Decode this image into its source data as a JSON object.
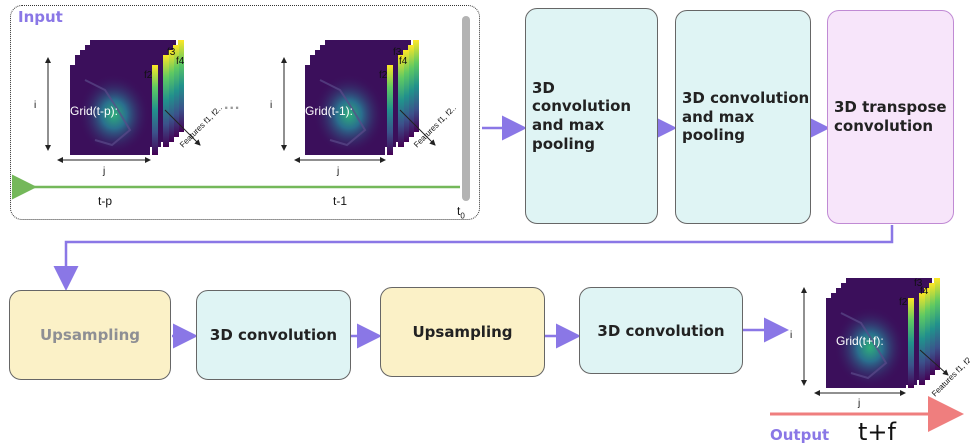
{
  "input_panel": {
    "title": "Input",
    "stack_p": {
      "grid_label": "Grid(t-p):",
      "features_label": "Features f1, f2..",
      "f_labels": [
        "f2",
        "f3",
        "f4"
      ],
      "i_label": "i",
      "j_label": "j"
    },
    "stack_1": {
      "grid_label": "Grid(t-1):",
      "features_label": "Features f1, f2..",
      "f_labels": [
        "f2",
        "f3",
        "f4"
      ],
      "i_label": "i",
      "j_label": "j"
    },
    "ellipsis": "...",
    "time_labels": {
      "t_p": "t-p",
      "t_1": "t-1",
      "t0_base": "t",
      "t0_sub": "0"
    }
  },
  "blocks": {
    "conv_pool_1": "3D convolution and max pooling",
    "conv_pool_2": "3D convolution and max pooling",
    "transpose": "3D transpose convolution",
    "upsampling_1": "Upsampling",
    "conv_1": "3D convolution",
    "upsampling_2": "Upsampling",
    "conv_2": "3D convolution"
  },
  "output_panel": {
    "title": "Output",
    "time_label": "t+f",
    "stack": {
      "grid_label": "Grid(t+f):",
      "features_label": "Features f1, f2",
      "f_labels": [
        "f2",
        "f3",
        "f4"
      ],
      "i_label": "i",
      "j_label": "j"
    }
  },
  "colors": {
    "flow_arrow": "#8a77e6",
    "time_arrow_input": "#74b85a",
    "time_arrow_output": "#ef7e7e",
    "block_cyan": "#dff4f4",
    "block_yellow": "#fbf1c7",
    "block_purple": "#f7e5fa",
    "heatmap_dark": "#3b0f5b",
    "colorbar": [
      "#440154",
      "#3b528b",
      "#21918c",
      "#5ec962",
      "#fde725"
    ]
  }
}
